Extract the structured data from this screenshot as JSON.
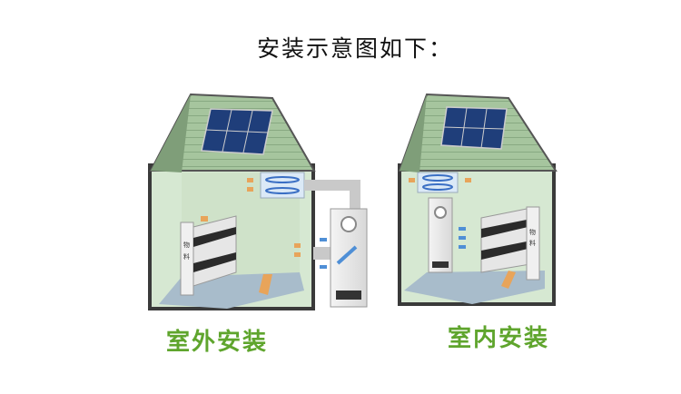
{
  "title": "安装示意图如下：",
  "outdoor_label": "室外安装",
  "indoor_label": "室内安装",
  "rack_label": [
    "物",
    "料"
  ],
  "colors": {
    "label_green": "#5fa52d",
    "wall": "#d3e6cf",
    "roof": "#9cbf95",
    "floor": "#9fb4c4",
    "arrow": "#e8a45a",
    "airflow": "#4f8fd6"
  }
}
